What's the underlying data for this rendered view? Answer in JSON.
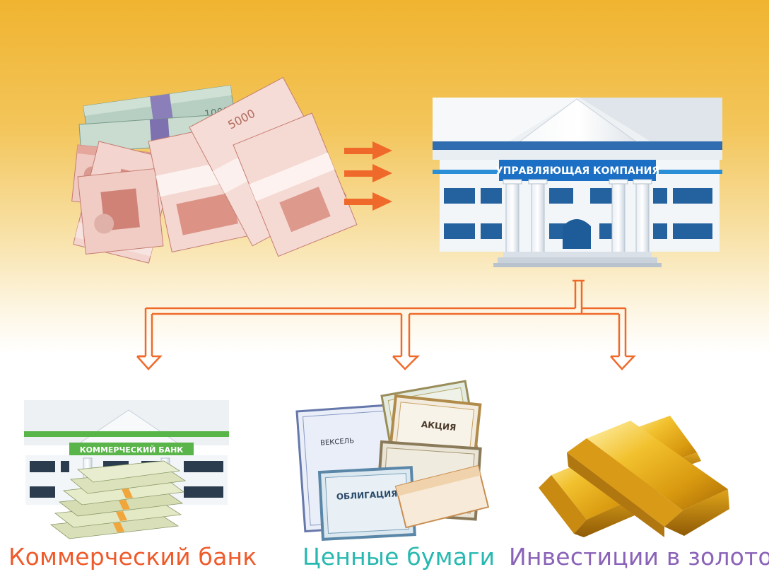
{
  "flow": {
    "company_label": "УПРАВЛЯЮЩАЯ КОМПАНИЯ",
    "bank_label": "КОММЕРЧЕСКИЙ БАНК"
  },
  "money": {
    "note_denominations": [
      "1000",
      "5000"
    ]
  },
  "documents": {
    "titles": [
      "ВЕКСЕЛЬ",
      "АКЦИЯ",
      "ОБЛИГАЦИЯ"
    ]
  },
  "destinations": {
    "bank": "Коммерческий банк",
    "securities": "Ценные бумаги",
    "gold": "Инвестиции в золото"
  },
  "colors": {
    "arrow": "#ef6a2a",
    "bank_caption": "#ef5a2a",
    "securities_caption": "#27b9b0",
    "gold_caption": "#8a63b8"
  }
}
